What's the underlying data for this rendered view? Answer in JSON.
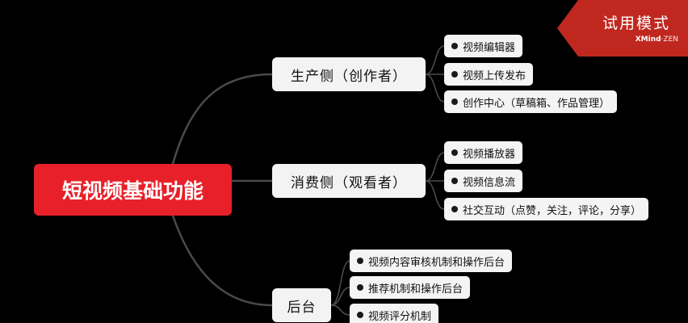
{
  "root": {
    "label": "短视频基础功能"
  },
  "branches": [
    {
      "label": "生产侧（创作者）",
      "items": [
        "视频编辑器",
        "视频上传发布",
        "创作中心（草稿箱、作品管理）"
      ]
    },
    {
      "label": "消费侧（观看者）",
      "items": [
        "视频播放器",
        "视频信息流",
        "社交互动（点赞，关注，评论，分享）"
      ]
    },
    {
      "label": "后台",
      "items": [
        "视频内容审核机制和操作后台",
        "推荐机制和操作后台",
        "视频评分机制"
      ]
    }
  ],
  "watermark": {
    "title": "试用模式",
    "brand_main": "XMind",
    "brand_sep": "·",
    "brand_sub": "ZEN"
  },
  "colors": {
    "background": "#000000",
    "root": "#e8202a",
    "node": "#f3f3f3",
    "connector": "#4a4a4a",
    "watermark": "#c0281f"
  }
}
